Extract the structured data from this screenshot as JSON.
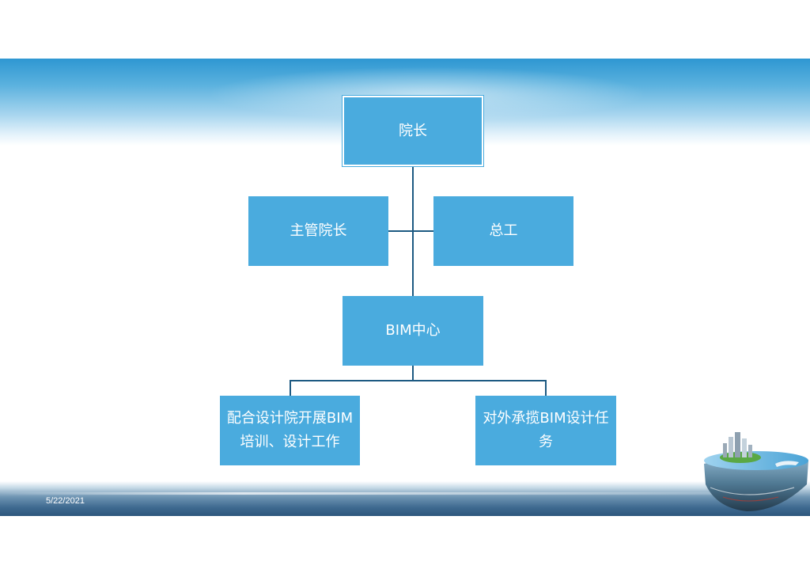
{
  "footer": {
    "date": "5/22/2021"
  },
  "org_chart": {
    "nodes": {
      "dean": "院长",
      "deputy_dean": "主管院长",
      "chief_engineer": "总工",
      "bim_center": "BIM中心",
      "training_task_line1": "配合设计院开展BIM",
      "training_task_line2": "培训、设计工作",
      "external_task_line1": "对外承揽BIM设计任",
      "external_task_line2": "务"
    }
  },
  "colors": {
    "node_fill": "#4aabde",
    "connector": "#1d5a82",
    "node_text": "#ffffff"
  }
}
